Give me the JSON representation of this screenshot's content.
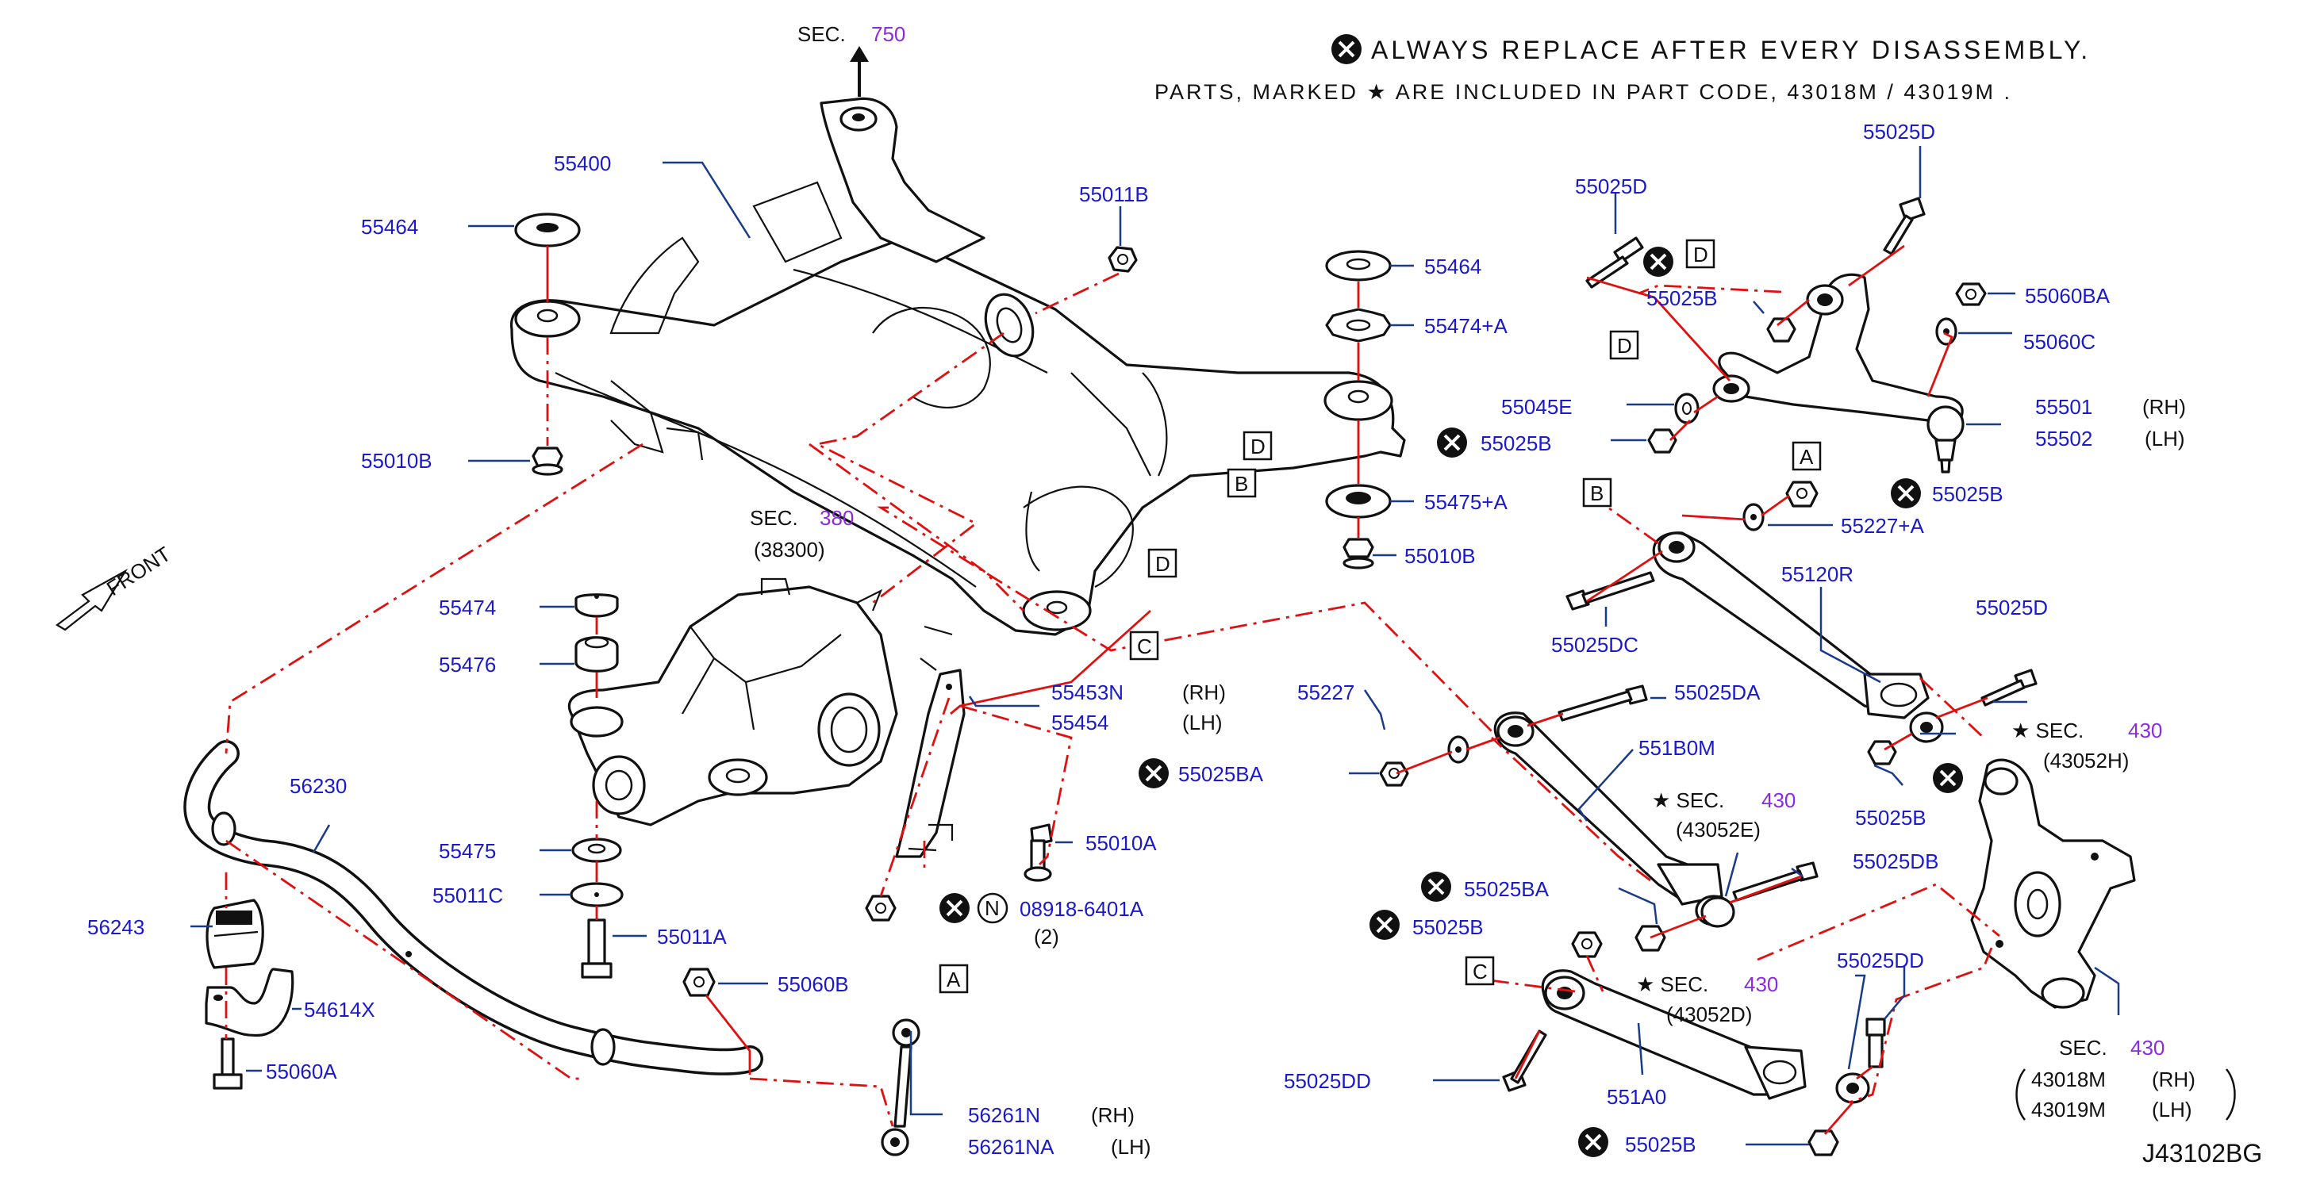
{
  "header": {
    "replace_note": "ALWAYS REPLACE AFTER EVERY DISASSEMBLY.",
    "parts_note": "PARTS, MARKED ★ ARE INCLUDED IN PART CODE, 43018M / 43019M ."
  },
  "sec_top": {
    "prefix": "SEC.",
    "num": "750"
  },
  "sec_diff": {
    "prefix": "SEC.",
    "num": "380",
    "sub": "(38300)"
  },
  "front_label": "FRONT",
  "diagram_code": "J43102BG",
  "sec_knuckle": {
    "prefix": "SEC.",
    "num": "430",
    "line1": "43018M",
    "rh": "(RH)",
    "line2": "43019M",
    "lh": "(LH)"
  },
  "sec_h": {
    "prefix": "★ SEC.",
    "num": "430",
    "sub": "(43052H)"
  },
  "sec_e": {
    "prefix": "★ SEC.",
    "num": "430",
    "sub": "(43052E)"
  },
  "sec_d": {
    "prefix": "★ SEC.",
    "num": "430",
    "sub": "(43052D)"
  },
  "labels": {
    "p55400": "55400",
    "p55464a": "55464",
    "p55010b": "55010B",
    "p55011b": "55011B",
    "p55464b": "55464",
    "p55474a": "55474+A",
    "p55025b1": "55025B",
    "p55475a": "55475+A",
    "p55010b2": "55010B",
    "p55474": "55474",
    "p55476": "55476",
    "p55475": "55475",
    "p55011c": "55011C",
    "p55011a": "55011A",
    "p55453n": "55453N",
    "p55454": "55454",
    "rh1": "(RH)",
    "lh1": "(LH)",
    "p55025ba1": "55025BA",
    "p55010a": "55010A",
    "p08918": "08918-6401A",
    "p08918q": "(2)",
    "p56230": "56230",
    "p56243": "56243",
    "p54614x": "54614X",
    "p55060a": "55060A",
    "p55060b": "55060B",
    "p56261n": "56261N",
    "p56261na": "56261NA",
    "rh2": "(RH)",
    "lh2": "(LH)",
    "p55025d1": "55025D",
    "p55025d2": "55025D",
    "p55025b2": "55025B",
    "p55060ba": "55060BA",
    "p55060c": "55060C",
    "p55045e": "55045E",
    "p55501": "55501",
    "p55502": "55502",
    "rh3": "(RH)",
    "lh3": "(LH)",
    "p55025b3": "55025B",
    "p55227a": "55227+A",
    "p55120r": "55120R",
    "p55025dc": "55025DC",
    "p55025d3": "55025D",
    "p55227": "55227",
    "p55025da": "55025DA",
    "p551b0m": "551B0M",
    "p55025b4": "55025B",
    "p55025ba2": "55025BA",
    "p55025db": "55025DB",
    "p55025b5": "55025B",
    "p55025dd1": "55025DD",
    "p55025dd2": "55025DD",
    "p551a0": "551A0",
    "p55025b6": "55025B"
  },
  "refs": {
    "A": "A",
    "B": "B",
    "C": "C",
    "D": "D",
    "N": "N"
  },
  "colors": {
    "label_blue": "#1a1acc",
    "sec_purple": "#8a2be2",
    "link_red": "#e01010",
    "leader": "#1a3a8a"
  }
}
